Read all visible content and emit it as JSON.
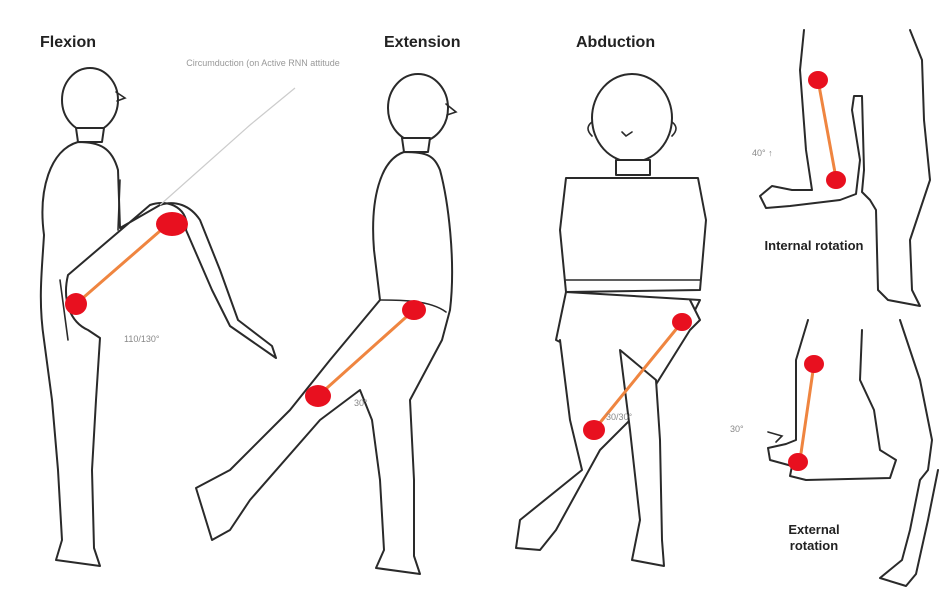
{
  "panels": {
    "flexion": {
      "title": "Flexion",
      "angle": "110/130°",
      "callout": "Circumduction (on Active RNN attitude"
    },
    "extension": {
      "title": "Extension",
      "angle": "30°"
    },
    "abduction": {
      "title": "Abduction",
      "angle": "30/30°"
    },
    "internal_rotation": {
      "title": "Internal rotation",
      "angle": "40° ↑"
    },
    "external_rotation": {
      "title": "External rotation",
      "angle": "30°"
    }
  },
  "colors": {
    "marker": "#e8101f",
    "segment": "#ef8540",
    "outline": "#2a2a2a"
  }
}
